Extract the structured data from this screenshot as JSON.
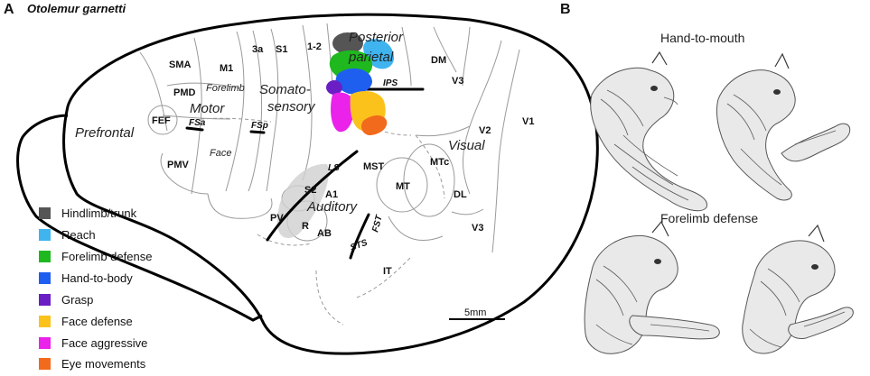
{
  "panel_a": {
    "letter": "A",
    "species": "Otolemur garnetti",
    "areas": {
      "sma": "SMA",
      "m1": "M1",
      "a3a": "3a",
      "s1": "S1",
      "a12": "1-2",
      "pmd": "PMD",
      "forelimb": "Forelimb",
      "fef": "FEF",
      "fsa": "FSa",
      "fsp": "FSp",
      "pmv": "PMV",
      "face": "Face",
      "ips": "IPS",
      "dm": "DM",
      "v3_top": "V3",
      "v2": "V2",
      "v1": "V1",
      "mst": "MST",
      "mtc": "MTc",
      "mt": "MT",
      "dl": "DL",
      "v3_bottom": "V3",
      "ls": "LS",
      "s2": "S2",
      "a1": "A1",
      "pv": "PV",
      "r": "R",
      "ab": "AB",
      "fst": "FST",
      "sts": "STS",
      "it": "IT"
    },
    "regions": {
      "prefrontal": "Prefrontal",
      "motor": "Motor",
      "somato": "Somato-",
      "sensory": "sensory",
      "posterior": "Posterior",
      "parietal": "parietal",
      "visual": "Visual",
      "auditory": "Auditory"
    },
    "scale_bar": "5mm",
    "legend": [
      {
        "label": "Hindlimb/trunk",
        "color": "#555555"
      },
      {
        "label": "Reach",
        "color": "#3fb4ef"
      },
      {
        "label": "Forelimb defense",
        "color": "#1fb81f"
      },
      {
        "label": "Hand-to-body",
        "color": "#1f5ff0"
      },
      {
        "label": "Grasp",
        "color": "#6a1fc4"
      },
      {
        "label": "Face defense",
        "color": "#fcc21c"
      },
      {
        "label": "Face aggressive",
        "color": "#ea22ea"
      },
      {
        "label": "Eye movements",
        "color": "#f26a1b"
      }
    ]
  },
  "panel_b": {
    "letter": "B",
    "caption_top": "Hand-to-mouth",
    "caption_bottom": "Forelimb defense"
  }
}
